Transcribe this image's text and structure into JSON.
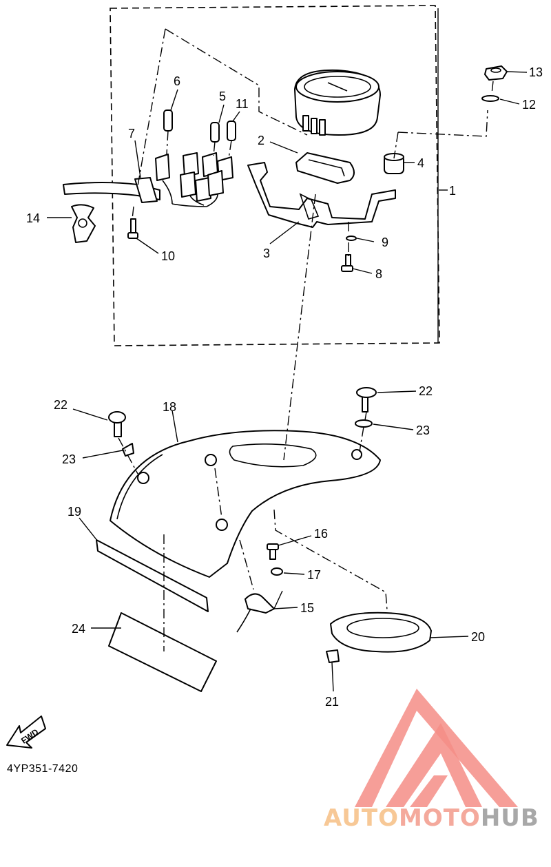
{
  "diagram": {
    "reference_code": "4YP351-7420",
    "fwd_label": "FWD",
    "callouts": [
      "1",
      "2",
      "3",
      "4",
      "5",
      "6",
      "7",
      "8",
      "9",
      "10",
      "11",
      "12",
      "13",
      "14",
      "15",
      "16",
      "17",
      "18",
      "19",
      "20",
      "21",
      "22",
      "22",
      "23",
      "23",
      "24"
    ]
  },
  "watermark": {
    "part1": "AUTO",
    "part2": "MOTO",
    "part3": "HUB",
    "colors": {
      "orange": "#f7c896",
      "red": "#f4a99c",
      "gray": "#a8a8a8",
      "logo": "#f58d86"
    }
  }
}
